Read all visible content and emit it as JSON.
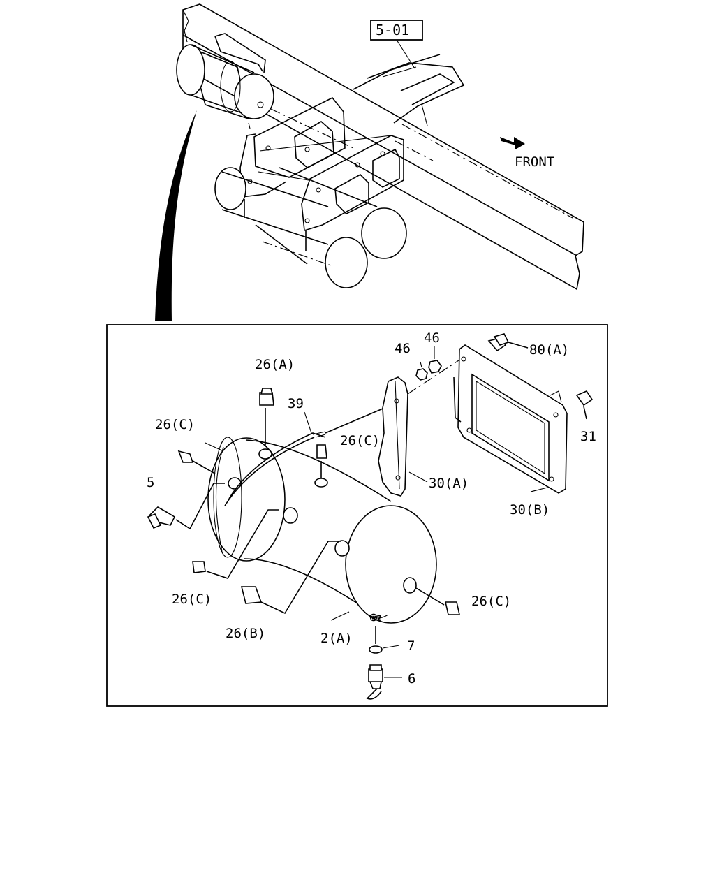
{
  "reference_box": "5-01",
  "front_label": "FRONT",
  "callouts": {
    "c26a": "26(A)",
    "c26c_left": "26(C)",
    "c39": "39",
    "c26c_mid": "26(C)",
    "c46_a": "46",
    "c46_b": "46",
    "c80a": "80(A)",
    "c31": "31",
    "c5": "5",
    "c30a": "30(A)",
    "c30b": "30(B)",
    "c26c_lower": "26(C)",
    "c26b": "26(B)",
    "c2a": "2(A)",
    "c26c_right": "26(C)",
    "c7": "7",
    "c6": "6"
  }
}
